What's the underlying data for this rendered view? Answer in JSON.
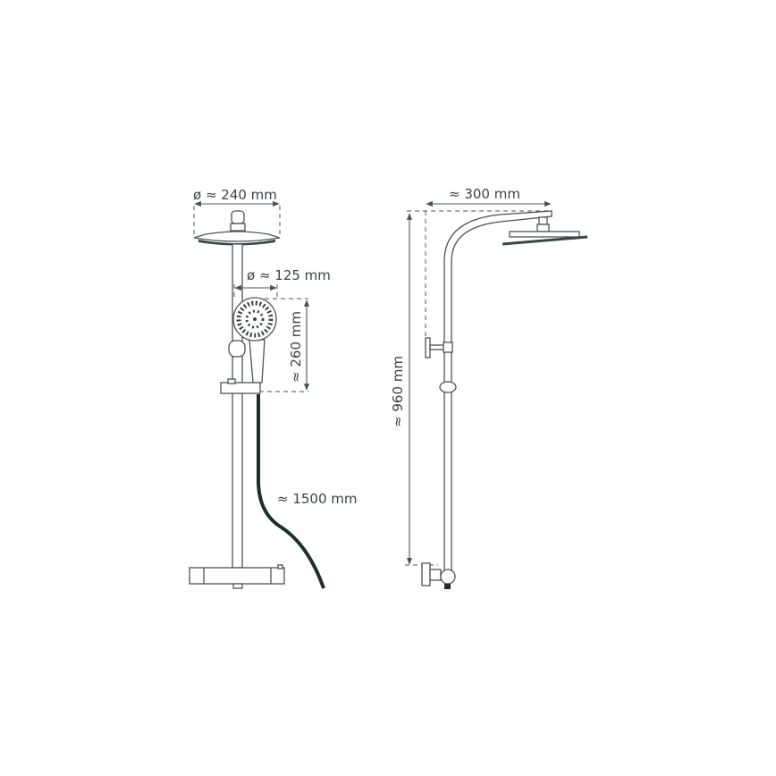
{
  "front_view": {
    "head_diameter": "ø ≈ 240 mm",
    "hand_shower_diameter": "ø ≈ 125 mm",
    "hand_shower_length": "≈ 260 mm",
    "hose_length": "≈ 1500 mm"
  },
  "side_view": {
    "arm_reach": "≈ 300 mm",
    "height": "≈ 960 mm"
  },
  "colors": {
    "line": "#4a5457",
    "hose": "#1f2d30",
    "text": "#3a4447"
  }
}
